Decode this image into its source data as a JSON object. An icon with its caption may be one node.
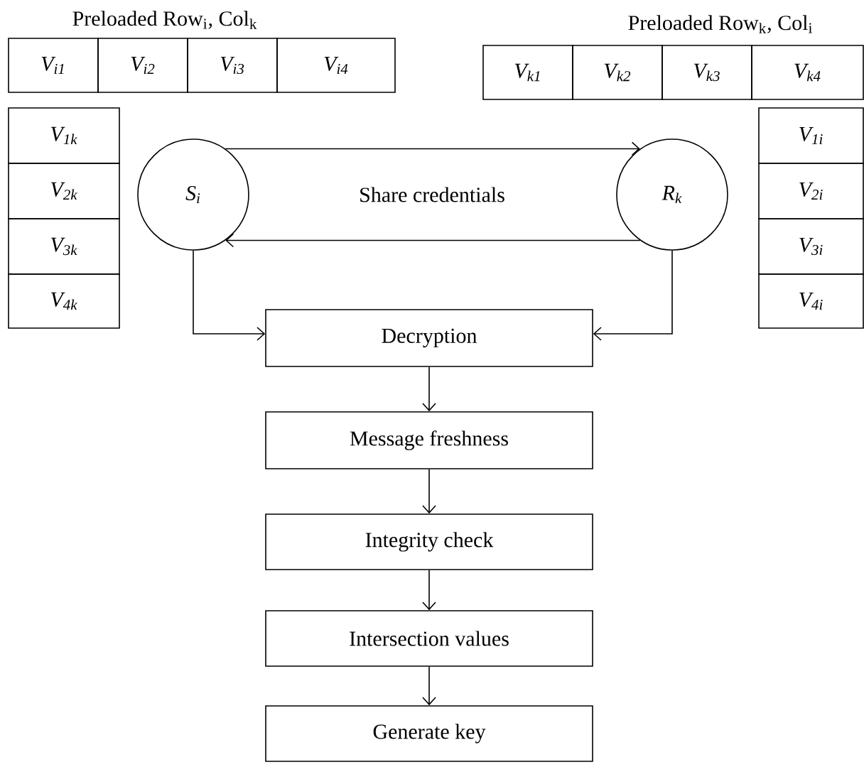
{
  "diagram": {
    "nodes": [
      {
        "text": [
          "V$_{i1}$"
        ]
      },
      {
        "text": [
          "V$_{i2}$"
        ]
      },
      {
        "text": [
          "V$_{i3}$"
        ]
      },
      {
        "text": [
          "V$_{i4}$"
        ]
      },
      {
        "text": [
          "V$_{k1}$"
        ]
      },
      {
        "text": [
          "V$_{k2}$"
        ]
      },
      {
        "text": [
          "V$_{k3}$"
        ]
      },
      {
        "text": [
          "V$_{k4}$"
        ]
      },
      {
        "text": [
          "V$_{1k}$"
        ]
      },
      {
        "text": [
          "V$_{2k}$"
        ]
      },
      {
        "text": [
          "V$_{3k}$"
        ]
      },
      {
        "text": [
          "V$_{4k}$"
        ]
      },
      {
        "text": [
          "V$_{1i}$"
        ]
      },
      {
        "text": [
          "V$_{2i}$"
        ]
      },
      {
        "text": [
          "V$_{3i}$"
        ]
      },
      {
        "text": [
          "V$_{4i}$"
        ]
      },
      {
        "text": [
          "S$_{i}$"
        ]
      },
      {
        "text": [
          "R$_{k}$"
        ]
      },
      {
        "text": [
          "Decryption"
        ]
      },
      {
        "text": [
          "Message freshness"
        ]
      },
      {
        "text": [
          "Integrity check"
        ]
      },
      {
        "text": [
          "Intersection values"
        ]
      },
      {
        "text": [
          "Generate key"
        ]
      }
    ],
    "edges": [
      {
        "from": 16,
        "to": 17,
        "arrow": "to"
      },
      {
        "from": 17,
        "to": 16,
        "arrow": "to"
      },
      {
        "from": 16,
        "to": 18,
        "arrow": "to"
      },
      {
        "from": 17,
        "to": 18,
        "arrow": "to"
      },
      {
        "from": 18,
        "to": 19,
        "arrow": "to"
      },
      {
        "from": 19,
        "to": 20,
        "arrow": "to"
      },
      {
        "from": 20,
        "to": 21,
        "arrow": "to"
      },
      {
        "from": 21,
        "to": 22,
        "arrow": "to"
      }
    ],
    "labels": [
      "Preloaded Row$_{i}$, Col$_{k}$",
      "Preloaded Row$_{k}$, Col$_{i}$",
      "Share credentials"
    ]
  }
}
